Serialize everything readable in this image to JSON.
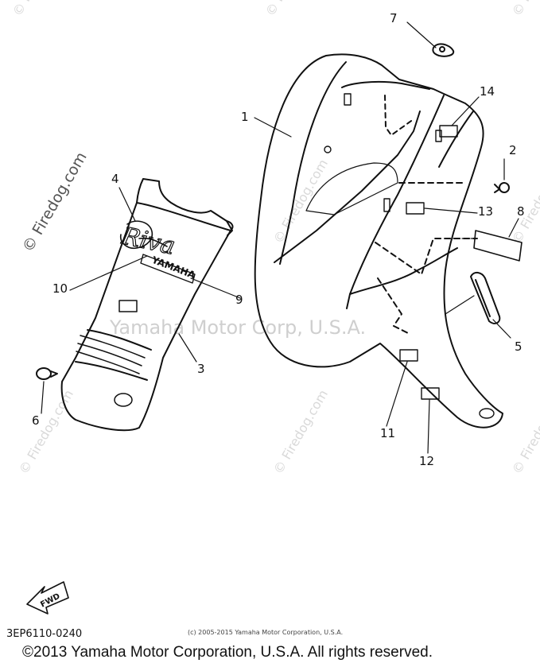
{
  "watermark": {
    "site": "© Firedog.com",
    "center": "Yamaha Motor Corp, U.S.A."
  },
  "parts": [
    {
      "id": "p1",
      "label": "1"
    },
    {
      "id": "p2",
      "label": "2"
    },
    {
      "id": "p3",
      "label": "3"
    },
    {
      "id": "p4",
      "label": "4"
    },
    {
      "id": "p5",
      "label": "5"
    },
    {
      "id": "p6",
      "label": "6"
    },
    {
      "id": "p7",
      "label": "7"
    },
    {
      "id": "p8",
      "label": "8"
    },
    {
      "id": "p9",
      "label": "9"
    },
    {
      "id": "p10",
      "label": "10"
    },
    {
      "id": "p11",
      "label": "11"
    },
    {
      "id": "p12",
      "label": "12"
    },
    {
      "id": "p13",
      "label": "13"
    },
    {
      "id": "p14",
      "label": "14"
    }
  ],
  "logo": {
    "script": "Riva",
    "brand": "YAMAHA"
  },
  "fwd_label": "FWD",
  "diagram_code": "3EP6110-0240",
  "small_copyright": "(c) 2005-2015 Yamaha Motor Corporation, U.S.A.",
  "footer_copyright": "©2013 Yamaha Motor Corporation, U.S.A. All rights reserved.",
  "colors": {
    "line": "#111111",
    "watermark": "#d9d9d9"
  }
}
